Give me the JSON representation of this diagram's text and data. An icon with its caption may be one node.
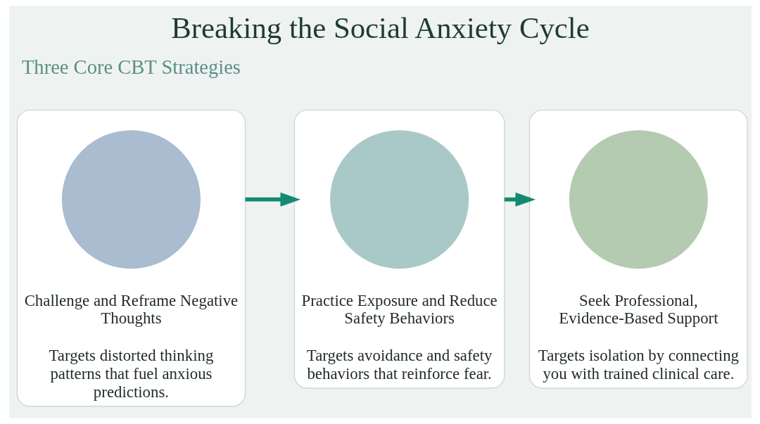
{
  "diagram": {
    "title": "Breaking the Social Anxiety Cycle",
    "nodes": [
      {
        "text": [
          "Challenge and Reframe Negative Thoughts",
          "Targets distorted thinking patterns that fuel anxious predictions."
        ]
      },
      {
        "text": [],
        "shape": "circle",
        "in": 0
      },
      {
        "text": [
          "Practice Exposure and Reduce Safety Behaviors",
          "Targets avoidance and safety behaviors that reinforce fear."
        ]
      },
      {
        "text": [],
        "shape": "circle",
        "in": 2
      },
      {
        "text": [
          "Seek Professional, Evidence-Based Support",
          "Targets isolation by connecting you with trained clinical care."
        ]
      },
      {
        "text": [],
        "shape": "circle",
        "in": 4
      }
    ],
    "edges": [
      {
        "from": 0,
        "to": 2,
        "arrow": "to"
      },
      {
        "from": 2,
        "to": 4,
        "arrow": "to"
      }
    ],
    "labels": [
      "Three Core CBT Strategies"
    ]
  }
}
